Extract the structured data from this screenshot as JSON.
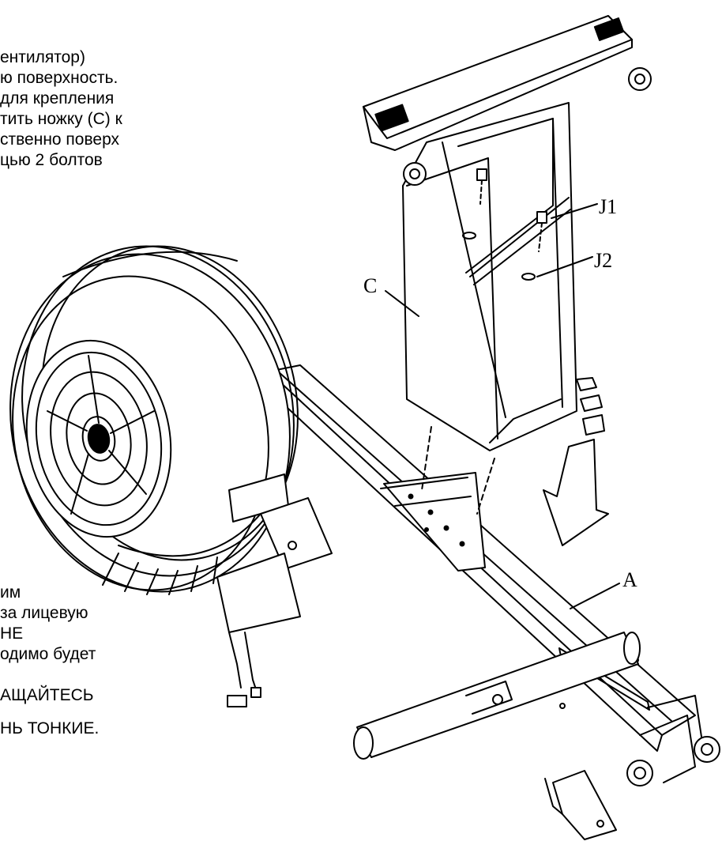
{
  "instructions_top": [
    "ентилятор)",
    "ю поверхность.",
    "для крепления",
    "тить ножку (С) к",
    "ственно поверх",
    "цью 2 болтов"
  ],
  "instructions_bottom": [
    "им",
    "за лицевую",
    "НЕ",
    "одимо будет",
    "АЩАЙТЕСЬ",
    "НЬ ТОНКИЕ."
  ],
  "callouts": {
    "c": "C",
    "j1": "J1",
    "j2": "J2",
    "a": "A"
  }
}
